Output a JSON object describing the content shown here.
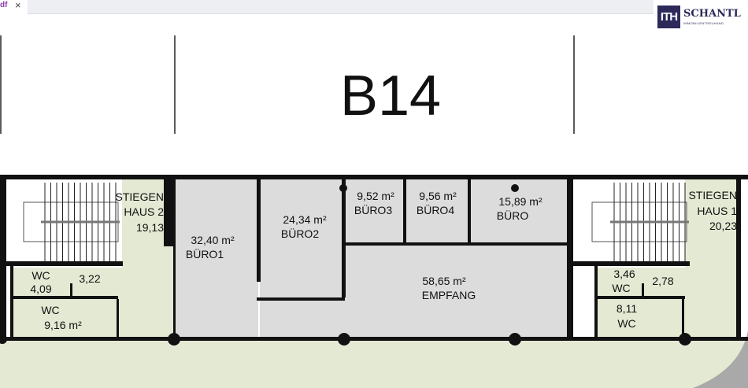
{
  "tab": {
    "title": "df",
    "close": "×"
  },
  "logo": {
    "mark": "ITH",
    "name": "SCHANTL",
    "sub": "IMMOBILIENTREUHAND"
  },
  "plan": {
    "title": "B14",
    "rooms": {
      "stiegenhaus2": {
        "name1": "STIEGEN",
        "name2": "HAUS 2",
        "area": "19,13"
      },
      "wc_left_small": {
        "name": "WC",
        "area": "4,09"
      },
      "left_small": {
        "area": "3,22"
      },
      "wc_left_large": {
        "name": "WC",
        "area": "9,16 m²"
      },
      "buero1": {
        "name": "BÜRO1",
        "area": "32,40 m²"
      },
      "buero2": {
        "name": "BÜRO2",
        "area": "24,34 m²"
      },
      "buero3": {
        "name": "BÜRO3",
        "area": "9,52 m²"
      },
      "buero4": {
        "name": "BÜRO4",
        "area": "9,56 m²"
      },
      "buero": {
        "name": "BÜRO",
        "area": "15,89 m²"
      },
      "empfang": {
        "name": "EMPFANG",
        "area": "58,65 m²"
      },
      "stiegenhaus1": {
        "name1": "STIEGEN",
        "name2": "HAUS 1",
        "area": "20,23"
      },
      "wc_right_small": {
        "name": "WC",
        "area": "3,46"
      },
      "right_small": {
        "area": "2,78"
      },
      "wc_right_large": {
        "name": "WC",
        "area": "8,11"
      }
    }
  }
}
